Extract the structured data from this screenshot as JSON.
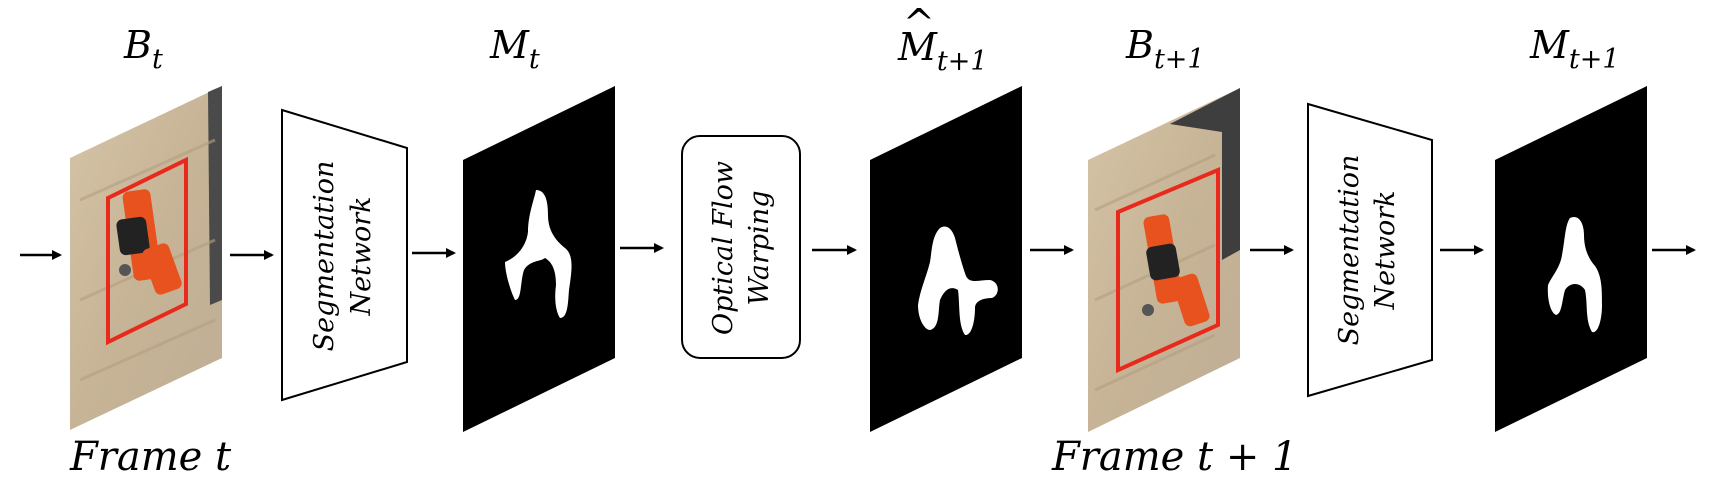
{
  "labels": {
    "b_t": {
      "base": "B",
      "sub": "t"
    },
    "m_t": {
      "base": "M",
      "sub": "t"
    },
    "m_hat_t1": {
      "base": "M",
      "hat": "^",
      "sub": "t+1"
    },
    "b_t1": {
      "base": "B",
      "sub": "t+1"
    },
    "m_t1": {
      "base": "M",
      "sub": "t+1"
    }
  },
  "frame_labels": {
    "frame_t": "Frame t",
    "frame_t1": "Frame t + 1"
  },
  "segmentation_network_1": {
    "line1": "Segmentation",
    "line2": "Network"
  },
  "optical_flow": {
    "line1": "Optical Flow",
    "line2": "Warping"
  },
  "segmentation_network_2": {
    "line1": "Segmentation",
    "line2": "Network"
  },
  "colors": {
    "bbox": "#e8291c",
    "mask_bg": "#000000",
    "mask_fg": "#ffffff",
    "wood": "#cbb79a",
    "drill_orange": "#e8521f"
  }
}
